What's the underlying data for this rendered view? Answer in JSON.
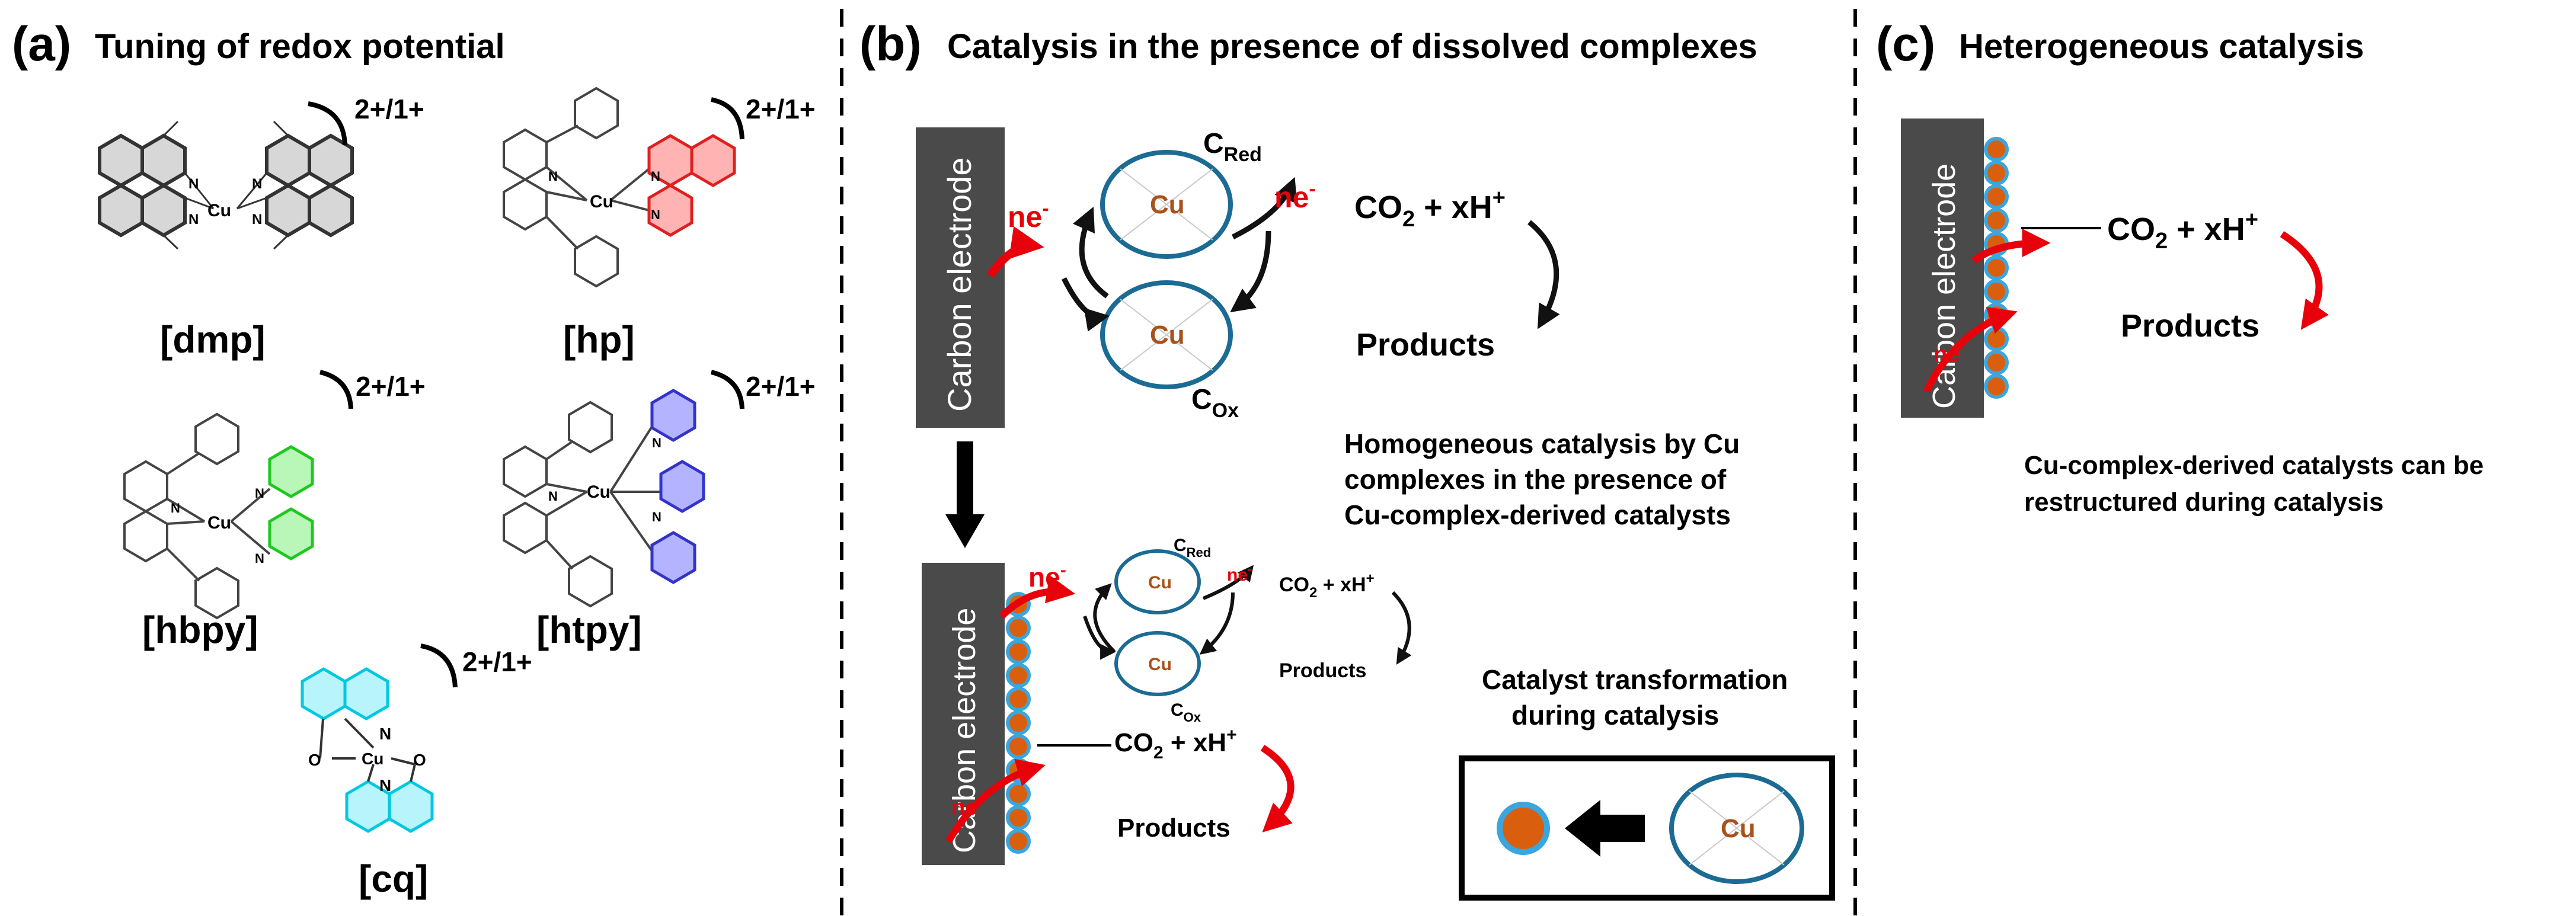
{
  "colors": {
    "electrode": "#4a4a4a",
    "arrow_red": "#e8000b",
    "cu_particle": "#d95f0e",
    "particle_ring": "#3aa6dd",
    "complex_ring": "#1b6b94",
    "cu_text": "#a8521a",
    "ring_dmp": "#333333",
    "ring_hp": "#e02020",
    "ring_hbpy": "#1ec81e",
    "ring_htpy": "#3333cc",
    "ring_cq": "#00c8e0"
  },
  "panel_a": {
    "letter": "(a)",
    "title": "Tuning of redox potential",
    "charge": "2+/1+",
    "center_atom": "Cu",
    "donor_n": "N",
    "donor_o": "O",
    "labels": {
      "dmp": "[dmp]",
      "hp": "[hp]",
      "hbpy": "[hbpy]",
      "htpy": "[htpy]",
      "cq": "[cq]"
    }
  },
  "panel_b": {
    "letter": "(b)",
    "title": "Catalysis in the presence of dissolved complexes",
    "electrode_label": "Carbon electrode",
    "electron": "ne",
    "electron_sup": "-",
    "complex_atom": "Cu",
    "c_red": "C",
    "c_red_sub": "Red",
    "c_ox": "C",
    "c_ox_sub": "Ox",
    "co2_part1": "CO",
    "co2_sub": "2",
    "co2_part2": " + xH",
    "co2_sup": "+",
    "products": "Products",
    "homogeneous_note": [
      "Homogeneous catalysis by Cu",
      "complexes in the presence of",
      "Cu-complex-derived catalysts"
    ],
    "transformation_title": [
      "Catalyst transformation",
      "during catalysis"
    ]
  },
  "panel_c": {
    "letter": "(c)",
    "title": "Heterogeneous catalysis",
    "electrode_label": "Carbon electrode",
    "electron": "ne",
    "electron_sup": "-",
    "co2_part1": "CO",
    "co2_sub": "2",
    "co2_part2": " + xH",
    "co2_sup": "+",
    "products": "Products",
    "note": [
      "Cu-complex-derived catalysts can be",
      "restructured during catalysis"
    ]
  }
}
